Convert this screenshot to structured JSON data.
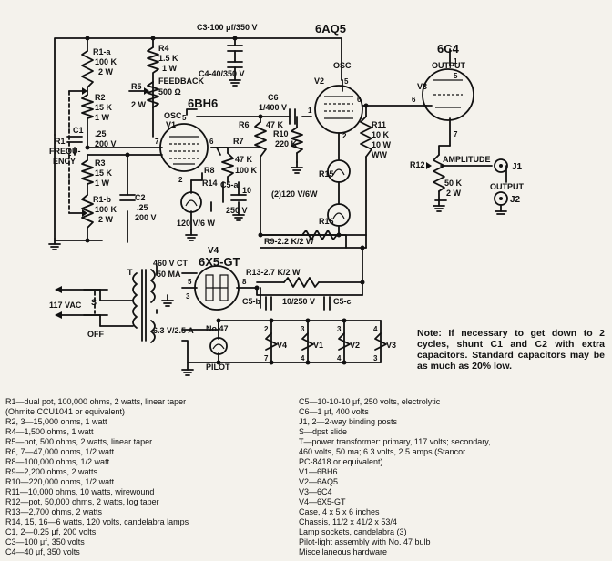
{
  "tubes": [
    {
      "type": "6BH6",
      "ref": "V1",
      "role": "OSC"
    },
    {
      "type": "6AQ5",
      "ref": "V2",
      "role": "OSC"
    },
    {
      "type": "6C4",
      "ref": "V3",
      "role": "OUTPUT"
    },
    {
      "type": "6X5-GT",
      "ref": "V4",
      "role": ""
    }
  ],
  "labels": {
    "r1a": [
      "R1-a",
      "100 K",
      "2 W"
    ],
    "r1b": [
      "R1-b",
      "100 K",
      "2 W"
    ],
    "r1": [
      "R1",
      "FREQU-",
      "ENCY"
    ],
    "r2": [
      "R2",
      "15 K",
      "1 W"
    ],
    "r3": [
      "R3",
      "15 K",
      "1 W"
    ],
    "r4": [
      "R4",
      "1.5 K",
      "1 W"
    ],
    "r5": [
      "R5",
      "FEEDBACK",
      "500 Ω",
      "2 W"
    ],
    "r6": [
      "R6",
      "47 K"
    ],
    "r7": [
      "R7",
      "47 K"
    ],
    "r8": [
      "R8",
      "100 K"
    ],
    "r10": [
      "R10",
      "220 K"
    ],
    "r11": [
      "R11",
      "10 K",
      "10 W",
      "WW"
    ],
    "r12": [
      "R12",
      "AMPLITUDE",
      "50 K",
      "2 W"
    ],
    "r14": [
      "R14"
    ],
    "r15": [
      "R15"
    ],
    "r16": [
      "R16"
    ],
    "lamp_v1": "120 V/6 W",
    "lamp_mid": "(2)120 V/6W",
    "r9": "R9-2.2 K/2 W",
    "r13": "R13-2.7 K/2 W",
    "c1": [
      "C1",
      ".25",
      "200 V"
    ],
    "c2": [
      "C2",
      ".25",
      "200 V"
    ],
    "c3": "C3-100 μf/350 V",
    "c4": "C4-40/350 V",
    "c5a": [
      "C5-a",
      "10",
      "250 V"
    ],
    "c5b": "C5-b",
    "c5c": "C5-c",
    "c5_mid": "10/250 V",
    "c6": [
      "C6",
      "1/400 V"
    ],
    "j1": "J1",
    "j2": "J2",
    "output": "OUTPUT",
    "transformer": [
      "T",
      "460 V CT",
      "50 MA"
    ],
    "heater": "6.3 V/2.5 A",
    "line_voltage": "117 VAC",
    "switch": [
      "S",
      "OFF"
    ],
    "pilot": [
      "No 47",
      "PILOT"
    ],
    "heaters": [
      "V4",
      "V1",
      "V2",
      "V3"
    ],
    "pins": {
      "v1": [
        "5",
        "7",
        "6",
        "2"
      ],
      "v2": [
        "5",
        "6",
        "2",
        "1"
      ],
      "v3": [
        "5",
        "1",
        "6",
        "7"
      ],
      "v4": [
        "5",
        "3",
        "8"
      ],
      "heater_top": [
        "2",
        "3",
        "3",
        "4"
      ],
      "heater_bot": [
        "7",
        "4",
        "4",
        "3"
      ]
    }
  },
  "note": "Note: If necessary to get down to 2 cycles, shunt C1 and C2 with extra capacitors. Standard capacitors may be as much as 20% low.",
  "parts_left": [
    "R1—dual pot, 100,000 ohms, 2 watts, linear taper",
    "     (Ohmite CCU1041 or equivalent)",
    "R2, 3—15,000 ohms, 1 watt",
    "R4—1,500 ohms, 1 watt",
    "R5—pot, 500 ohms, 2 watts, linear taper",
    "R6, 7—47,000 ohms, 1/2 watt",
    "R8—100,000 ohms, 1/2 watt",
    "R9—2,200 ohms, 2 watts",
    "R10—220,000 ohms, 1/2 watt",
    "R11—10,000 ohms, 10 watts, wirewound",
    "R12—pot, 50,000 ohms, 2 watts, log taper",
    "R13—2,700 ohms, 2 watts",
    "R14, 15, 16—6 watts, 120 volts, candelabra lamps",
    "C1, 2—0.25 μf, 200 volts",
    "C3—100 μf, 350 volts",
    "C4—40 μf, 350 volts"
  ],
  "parts_right": [
    "C5—10-10-10 μf, 250 volts, electrolytic",
    "C6—1 μf, 400 volts",
    "J1, 2—2-way binding posts",
    "S—dpst slide",
    "T—power transformer: primary, 117 volts; secondary,",
    "     460 volts, 50 ma; 6.3 volts, 2.5 amps (Stancor",
    "     PC-8418 or equivalent)",
    "V1—6BH6",
    "V2—6AQ5",
    "V3—6C4",
    "V4—6X5-GT",
    "Case, 4 x 5 x 6 inches",
    "Chassis, 11/2 x 41/2 x 53/4",
    "Lamp sockets, candelabra (3)",
    "Pilot-light assembly with No. 47 bulb",
    "Miscellaneous hardware"
  ]
}
